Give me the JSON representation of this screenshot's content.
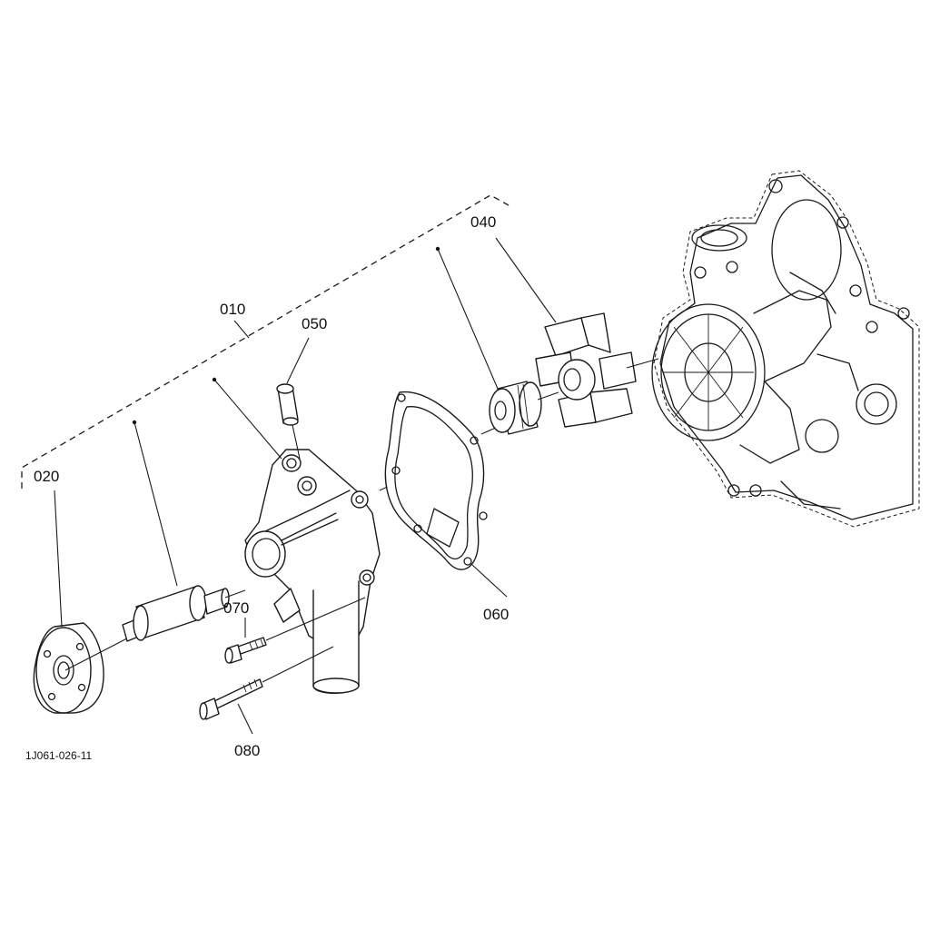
{
  "diagram": {
    "reference_code": "1J061-026-11",
    "callouts": {
      "c010": "010",
      "c020": "020",
      "c040": "040",
      "c050": "050",
      "c060": "060",
      "c070": "070",
      "c080": "080"
    }
  },
  "colors": {
    "line": "#1a1a1a",
    "background": "#ffffff"
  }
}
